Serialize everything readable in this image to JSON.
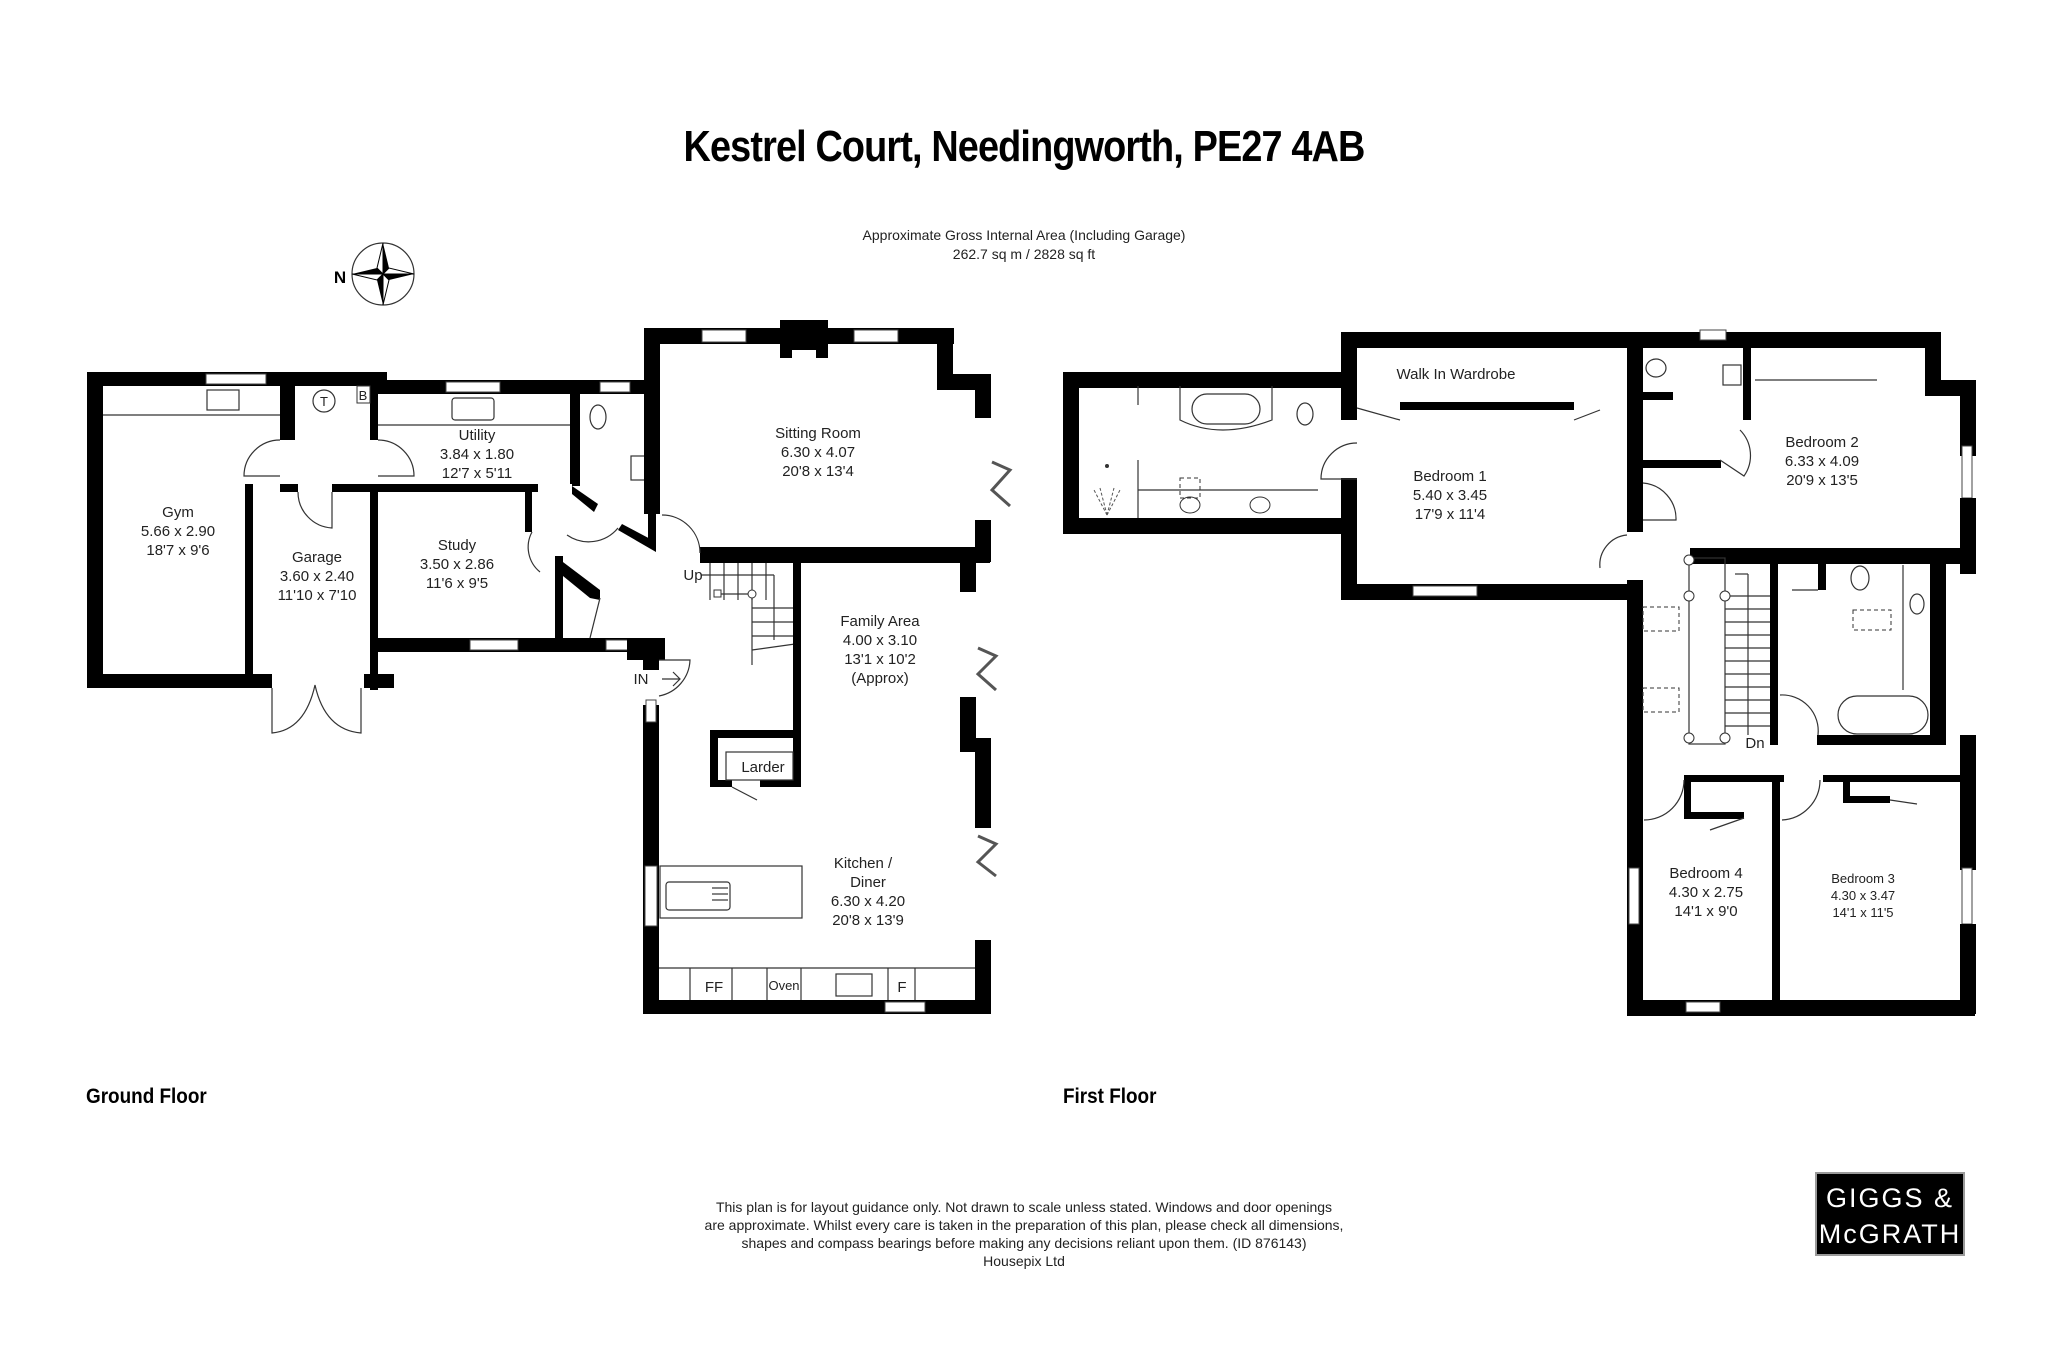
{
  "header": {
    "title": "Kestrel Court, Needingworth, PE27 4AB",
    "area_label": "Approximate Gross Internal Area (Including Garage)",
    "area_value": "262.7 sq m / 2828 sq ft"
  },
  "compass": {
    "label": "N",
    "icon": "compass-rose-icon"
  },
  "ground_floor": {
    "label": "Ground Floor",
    "rooms": [
      {
        "name": "Gym",
        "metric": "5.66 x 2.90",
        "imperial": "18'7 x 9'6"
      },
      {
        "name": "Garage",
        "metric": "3.60 x 2.40",
        "imperial": "11'10 x 7'10"
      },
      {
        "name": "Utility",
        "metric": "3.84 x 1.80",
        "imperial": "12'7 x 5'11"
      },
      {
        "name": "Study",
        "metric": "3.50 x 2.86",
        "imperial": "11'6 x 9'5"
      },
      {
        "name": "Sitting Room",
        "metric": "6.30 x 4.07",
        "imperial": "20'8 x 13'4"
      },
      {
        "name": "Family Area",
        "metric": "4.00 x 3.10",
        "imperial": "13'1 x 10'2",
        "note": "(Approx)"
      },
      {
        "name": "Kitchen /",
        "name2": "Diner",
        "metric": "6.30 x 4.20",
        "imperial": "20'8 x 13'9"
      },
      {
        "name": "Larder"
      }
    ],
    "markers": {
      "tank": "T",
      "boiler": "B",
      "stairs": "Up",
      "entrance": "IN",
      "fridge_freezer": "FF",
      "oven": "Oven",
      "fridge": "F"
    }
  },
  "first_floor": {
    "label": "First Floor",
    "rooms": [
      {
        "name": "Walk In Wardrobe"
      },
      {
        "name": "Bedroom 1",
        "metric": "5.40 x 3.45",
        "imperial": "17'9 x 11'4"
      },
      {
        "name": "Bedroom 2",
        "metric": "6.33 x 4.09",
        "imperial": "20'9 x 13'5"
      },
      {
        "name": "Bedroom 4",
        "metric": "4.30 x 2.75",
        "imperial": "14'1 x 9'0"
      },
      {
        "name": "Bedroom 3",
        "metric": "4.30 x 3.47",
        "imperial": "14'1 x 11'5"
      }
    ],
    "markers": {
      "stairs": "Dn"
    }
  },
  "footer": {
    "disclaimer_1": "This plan is for layout guidance only. Not drawn to scale unless stated. Windows and door openings",
    "disclaimer_2": "are approximate. Whilst every care is taken in the preparation of this plan, please check all dimensions,",
    "disclaimer_3": "shapes and compass bearings before making any decisions reliant upon them. (ID 876143)",
    "disclaimer_4": "Housepix Ltd",
    "logo_line_1": "GIGGS &",
    "logo_line_2": "McGRATH"
  }
}
